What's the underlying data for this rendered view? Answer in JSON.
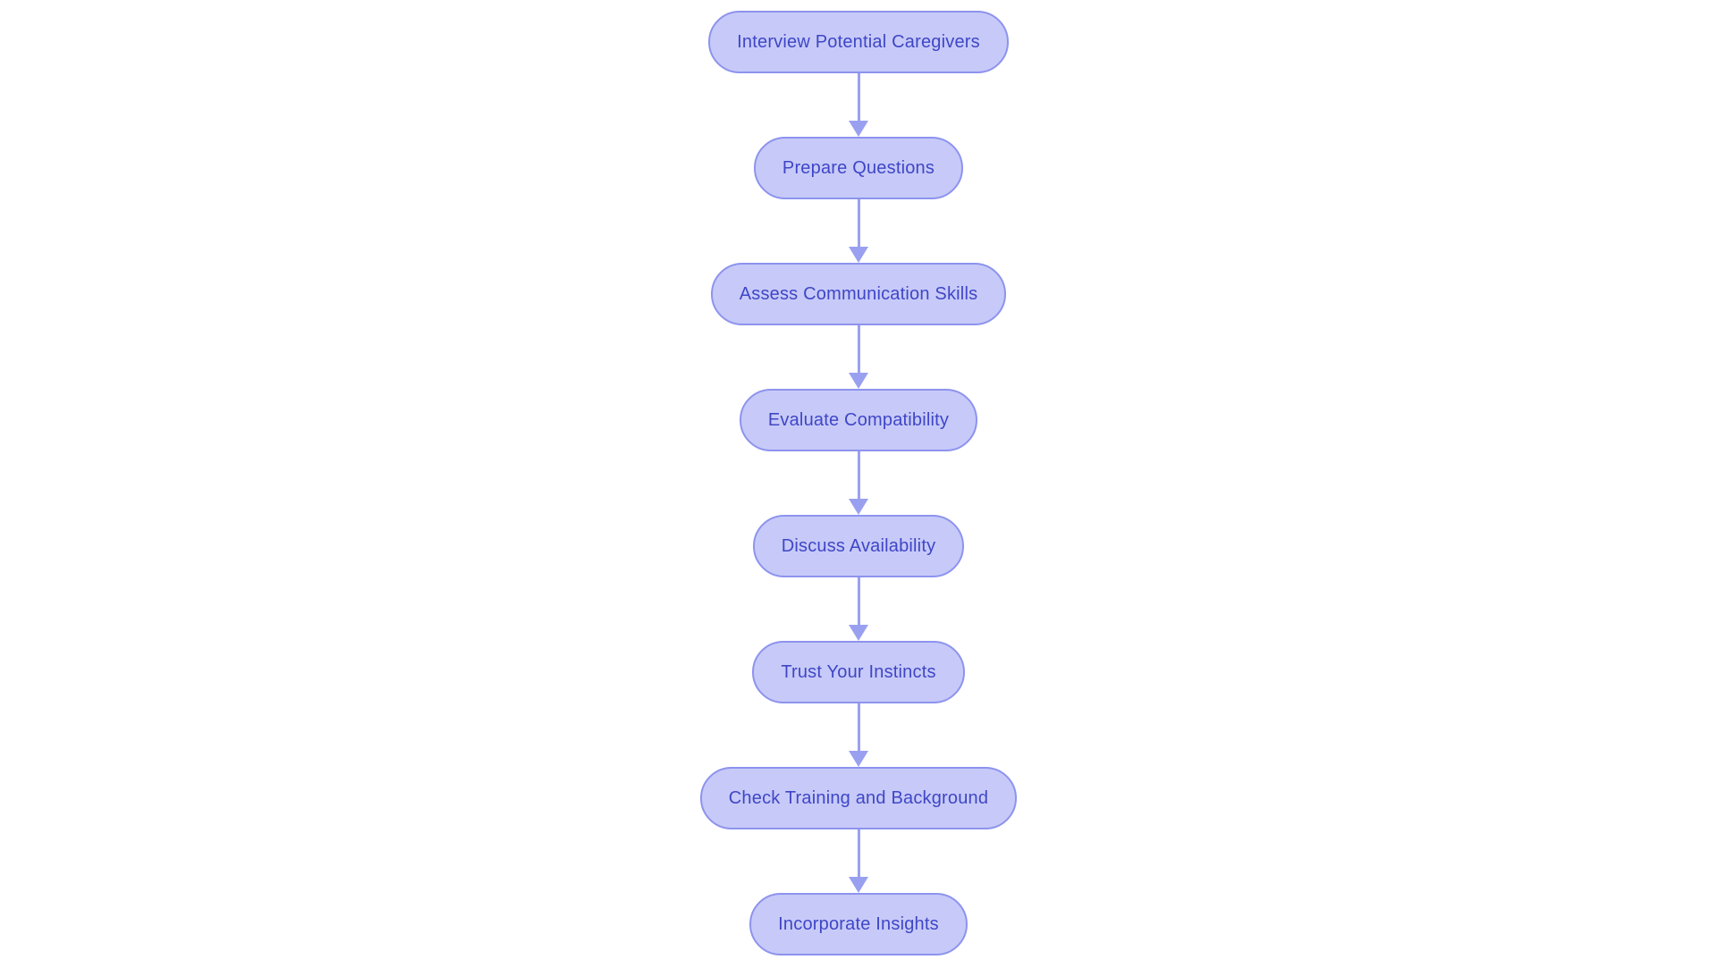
{
  "flowchart": {
    "type": "flowchart",
    "direction": "top-down",
    "colors": {
      "background": "#ffffff",
      "node_fill": "#c7caf8",
      "node_border": "#8d93ee",
      "node_text": "#3f46c6",
      "arrow": "#9aa0f0"
    },
    "nodes": [
      {
        "id": 1,
        "label": "Interview Potential Caregivers"
      },
      {
        "id": 2,
        "label": "Prepare Questions"
      },
      {
        "id": 3,
        "label": "Assess Communication Skills"
      },
      {
        "id": 4,
        "label": "Evaluate Compatibility"
      },
      {
        "id": 5,
        "label": "Discuss Availability"
      },
      {
        "id": 6,
        "label": "Trust Your Instincts"
      },
      {
        "id": 7,
        "label": "Check Training and Background"
      },
      {
        "id": 8,
        "label": "Incorporate Insights"
      }
    ],
    "edges": [
      {
        "from": 1,
        "to": 2
      },
      {
        "from": 2,
        "to": 3
      },
      {
        "from": 3,
        "to": 4
      },
      {
        "from": 4,
        "to": 5
      },
      {
        "from": 5,
        "to": 6
      },
      {
        "from": 6,
        "to": 7
      },
      {
        "from": 7,
        "to": 8
      }
    ]
  }
}
